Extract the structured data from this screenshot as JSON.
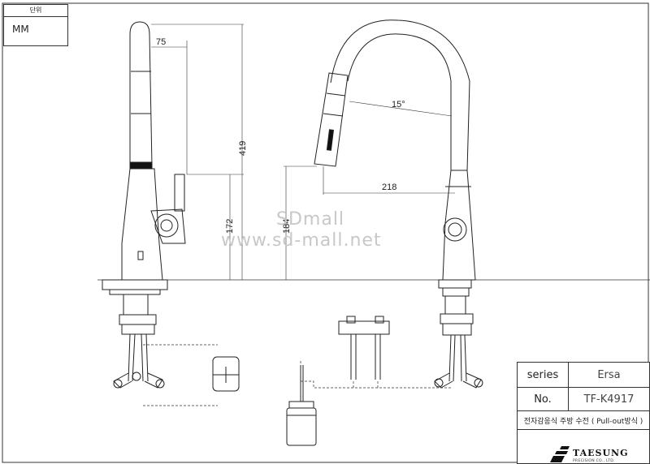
{
  "unit": {
    "label": "단위",
    "value": "MM"
  },
  "dimensions": {
    "spout_reach": "75",
    "total_height": "419",
    "handle_height": "172",
    "spout_height": "184",
    "reach_side": "218",
    "angle": "15°"
  },
  "watermark": {
    "line1": "SDmall",
    "line2": "www.sd-mall.net"
  },
  "title_block": {
    "series_label": "series",
    "series_value": "Ersa",
    "no_label": "No.",
    "no_value": "TF-K4917",
    "description": "전자감응식 주방 수전 ( Pull-out방식 )",
    "brand": "TAESUNG",
    "brand_sub": "PRECISION CO., LTD."
  }
}
